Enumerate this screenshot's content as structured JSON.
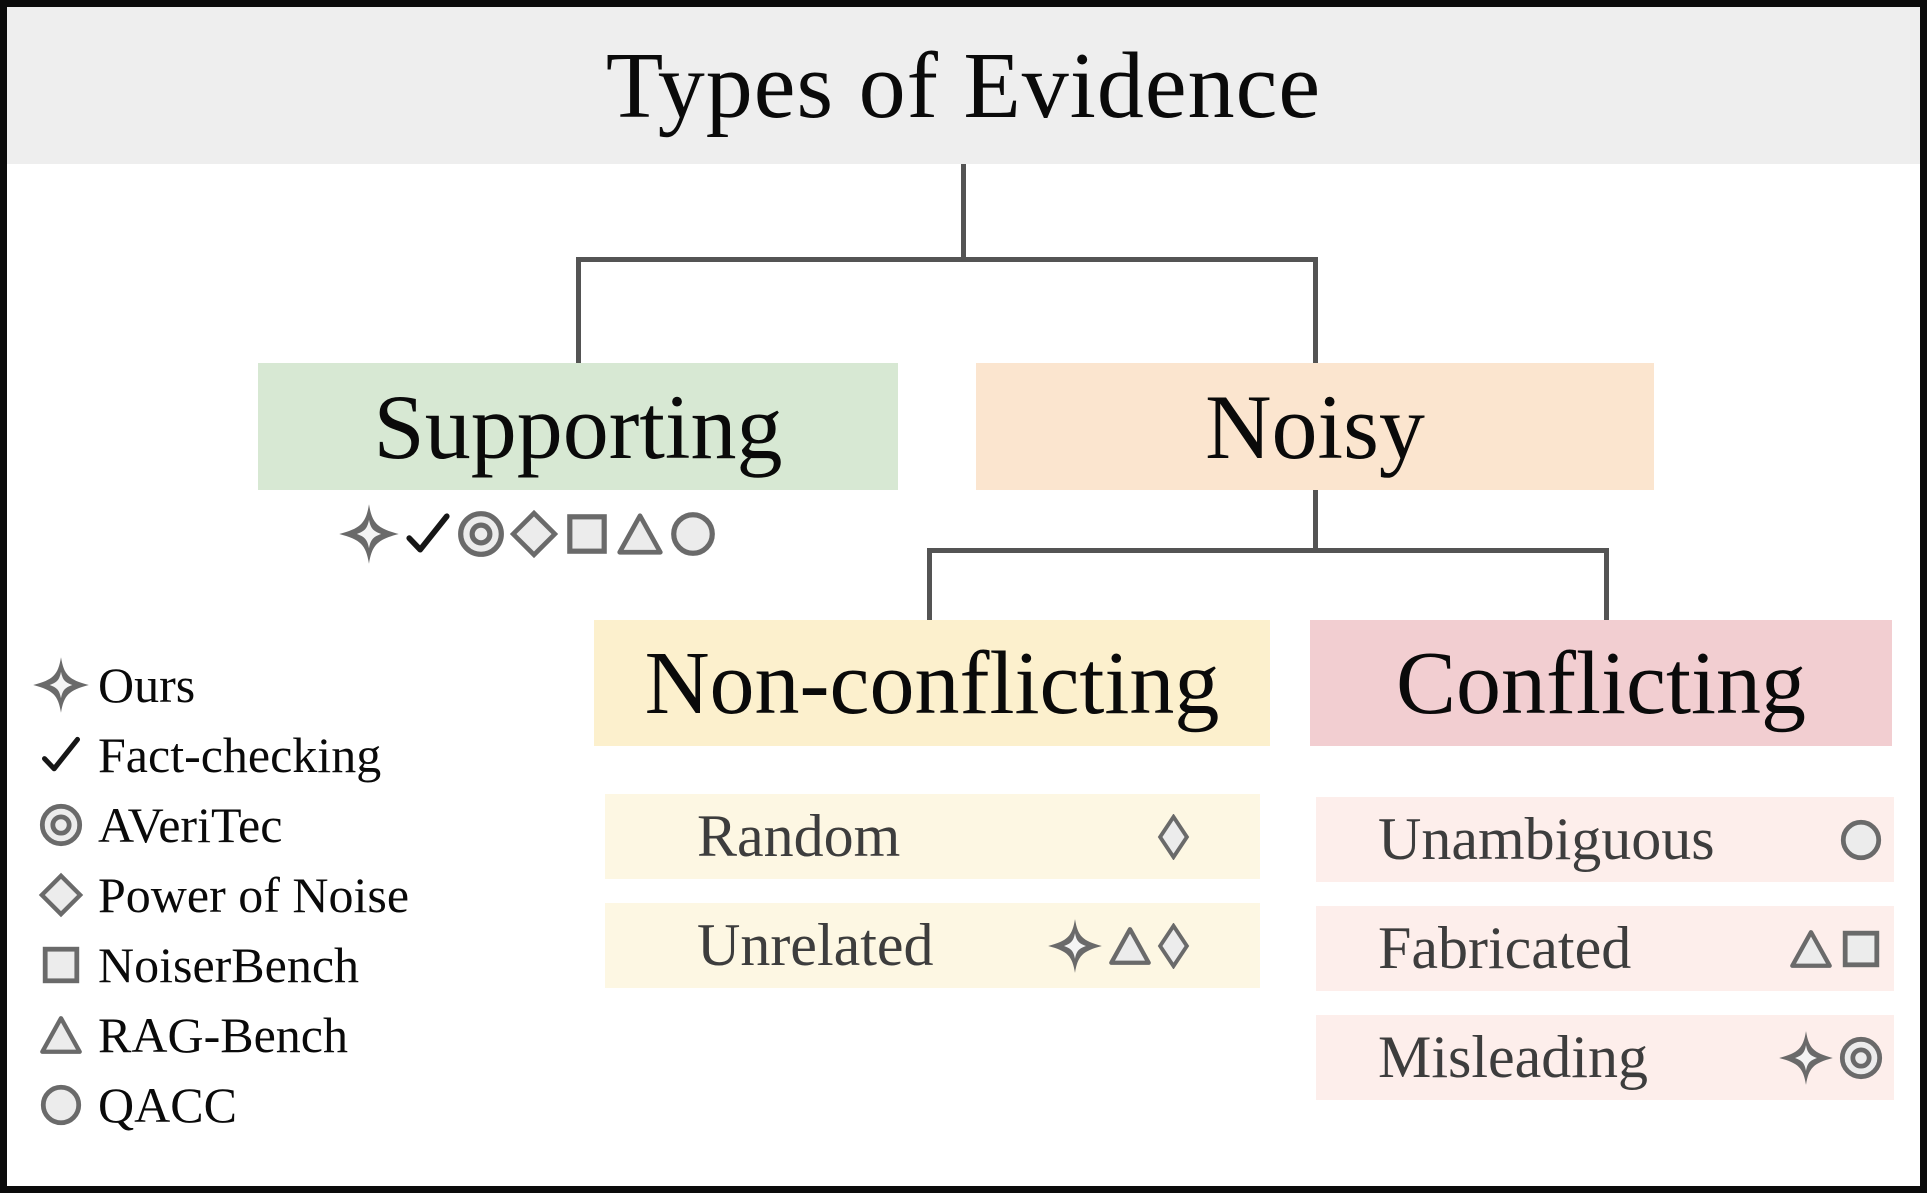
{
  "title": "Types of Evidence",
  "palette": {
    "header_bg": "#eeeeee",
    "supporting_bg": "#d7e8d3",
    "noisy_bg": "#fbe5cf",
    "non_conflicting_bg": "#fcf0cd",
    "conflicting_bg": "#f2ced1",
    "yellow_row_bg": "#fdf7e3",
    "pink_row_bg": "#fdeeeb",
    "connector": "#545454",
    "icon_stroke": "#6a6a6a",
    "icon_fill": "#ececec",
    "check_color": "#161616",
    "row_text": "#3d3d3d"
  },
  "nodes": {
    "supporting": {
      "label": "Supporting",
      "icons": [
        "sparkle",
        "check",
        "bullseye",
        "diamond",
        "square",
        "triangle",
        "circle"
      ]
    },
    "noisy": {
      "label": "Noisy"
    },
    "non_conflicting": {
      "label": "Non-conflicting"
    },
    "conflicting": {
      "label": "Conflicting"
    }
  },
  "non_conflicting_rows": [
    {
      "label": "Random",
      "icons": [
        "diamond"
      ]
    },
    {
      "label": "Unrelated",
      "icons": [
        "sparkle",
        "triangle",
        "diamond"
      ]
    }
  ],
  "conflicting_rows": [
    {
      "label": "Unambiguous",
      "icons": [
        "circle"
      ]
    },
    {
      "label": "Fabricated",
      "icons": [
        "triangle",
        "square"
      ]
    },
    {
      "label": "Misleading",
      "icons": [
        "sparkle",
        "bullseye"
      ]
    }
  ],
  "legend": [
    {
      "icon": "sparkle",
      "label": "Ours"
    },
    {
      "icon": "check",
      "label": "Fact-checking"
    },
    {
      "icon": "bullseye",
      "label": "AVeriTec"
    },
    {
      "icon": "diamond",
      "label": "Power of Noise"
    },
    {
      "icon": "square",
      "label": "NoiserBench"
    },
    {
      "icon": "triangle",
      "label": "RAG-Bench"
    },
    {
      "icon": "circle",
      "label": "QACC"
    }
  ]
}
